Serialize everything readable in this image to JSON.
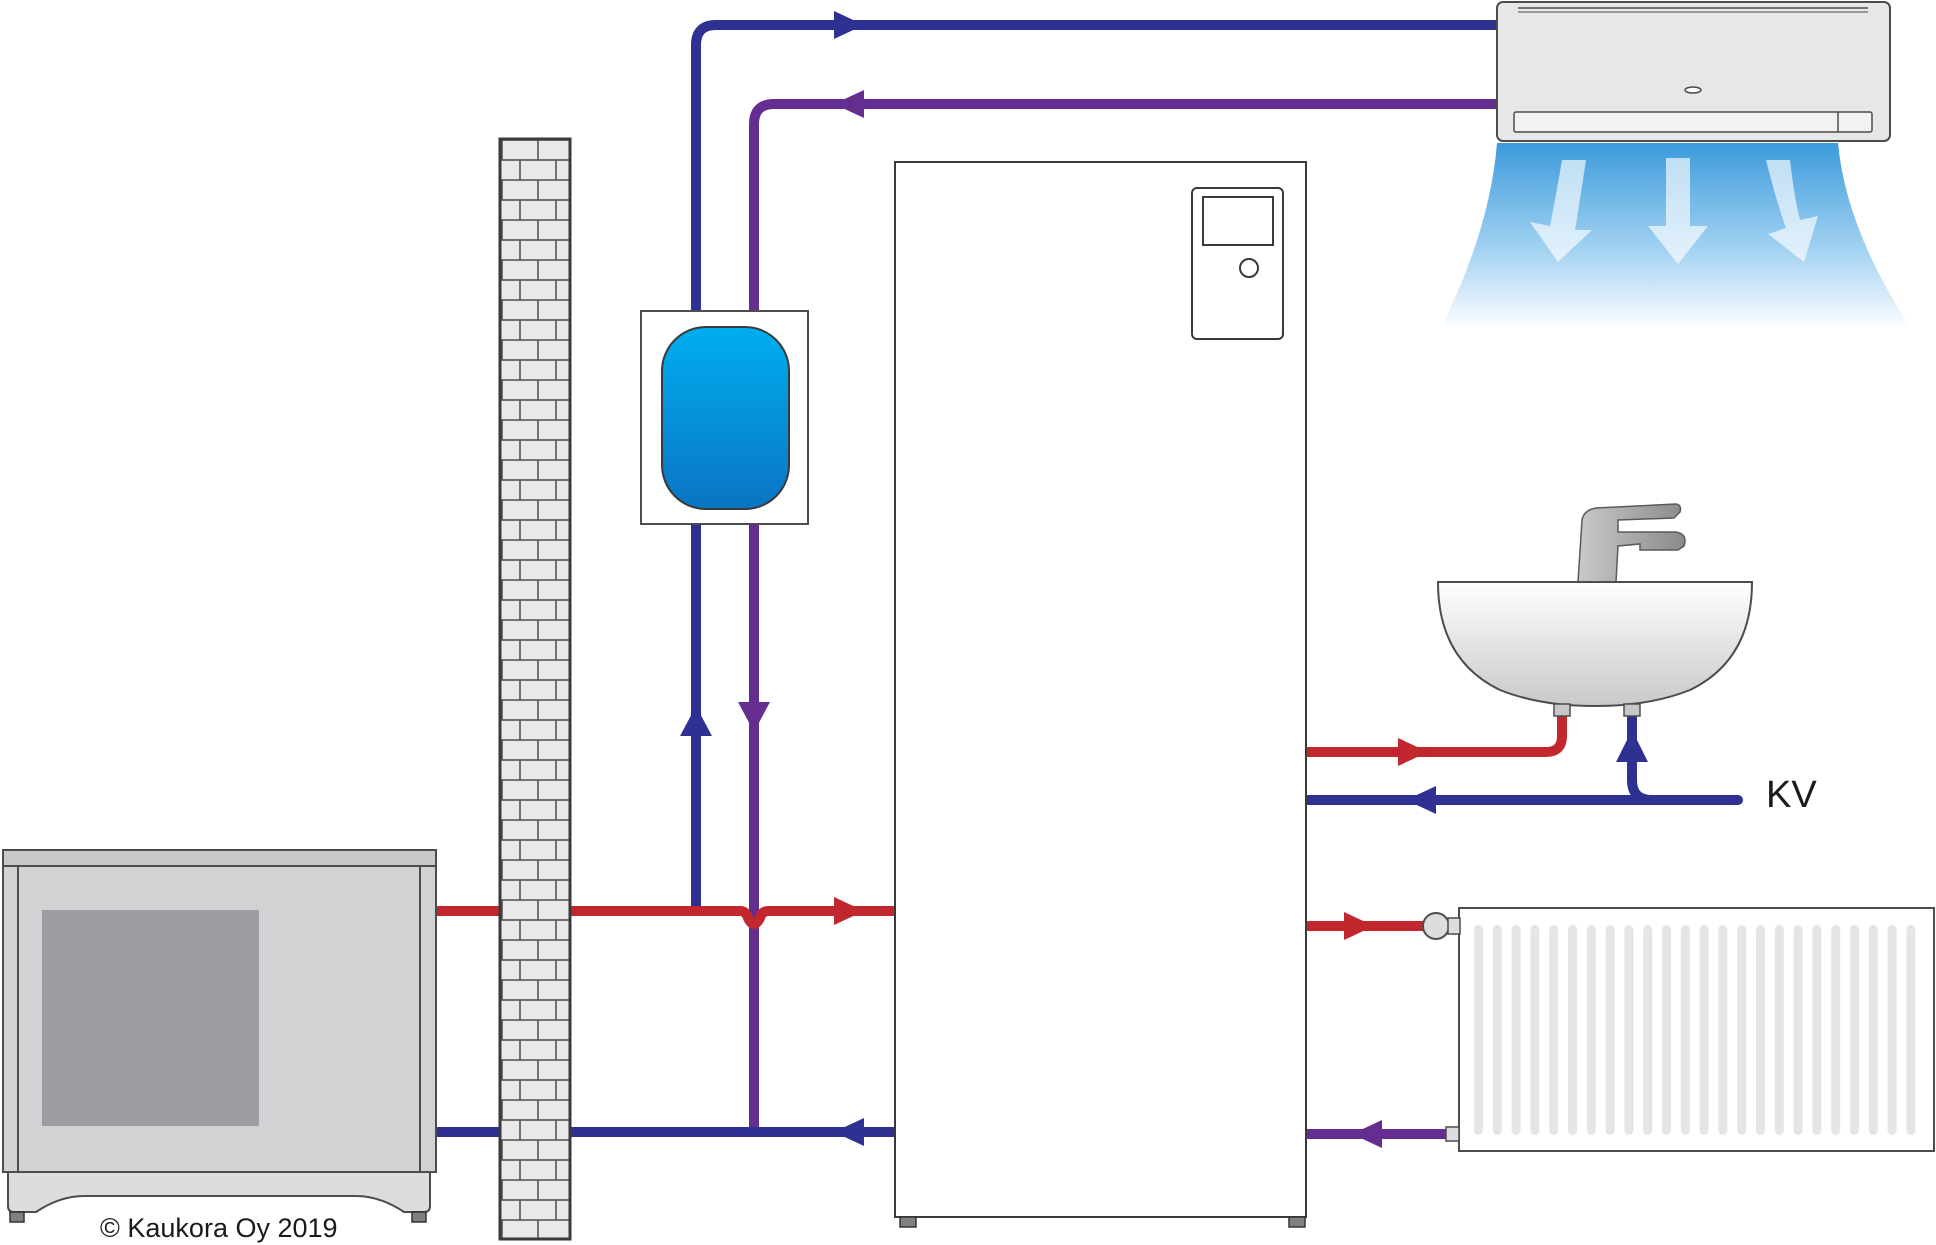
{
  "labels": {
    "cold_water": "KV",
    "copyright": "© Kaukora Oy 2019"
  },
  "colors": {
    "supply_cold": "#2e3192",
    "return_purple": "#662d91",
    "hot_red": "#c1272d",
    "outline": "#4d4d4d",
    "unit_grey": "#d1d2d4",
    "panel_grey": "#9d9ea1",
    "wall_grey": "#e6e6e6",
    "tank_blue": "#0a8fd6",
    "airflow_blue": "#4aa3de"
  },
  "components": [
    {
      "id": "outdoor-unit",
      "icon": "outdoor-heat-pump-icon"
    },
    {
      "id": "wall",
      "icon": "brick-wall-icon"
    },
    {
      "id": "buffer-tank",
      "icon": "expansion-tank-icon"
    },
    {
      "id": "indoor-unit",
      "icon": "indoor-heat-pump-cabinet-icon"
    },
    {
      "id": "air-conditioner",
      "icon": "split-ac-indoor-unit-icon"
    },
    {
      "id": "sink",
      "icon": "washbasin-faucet-icon"
    },
    {
      "id": "radiator",
      "icon": "radiator-icon"
    }
  ]
}
